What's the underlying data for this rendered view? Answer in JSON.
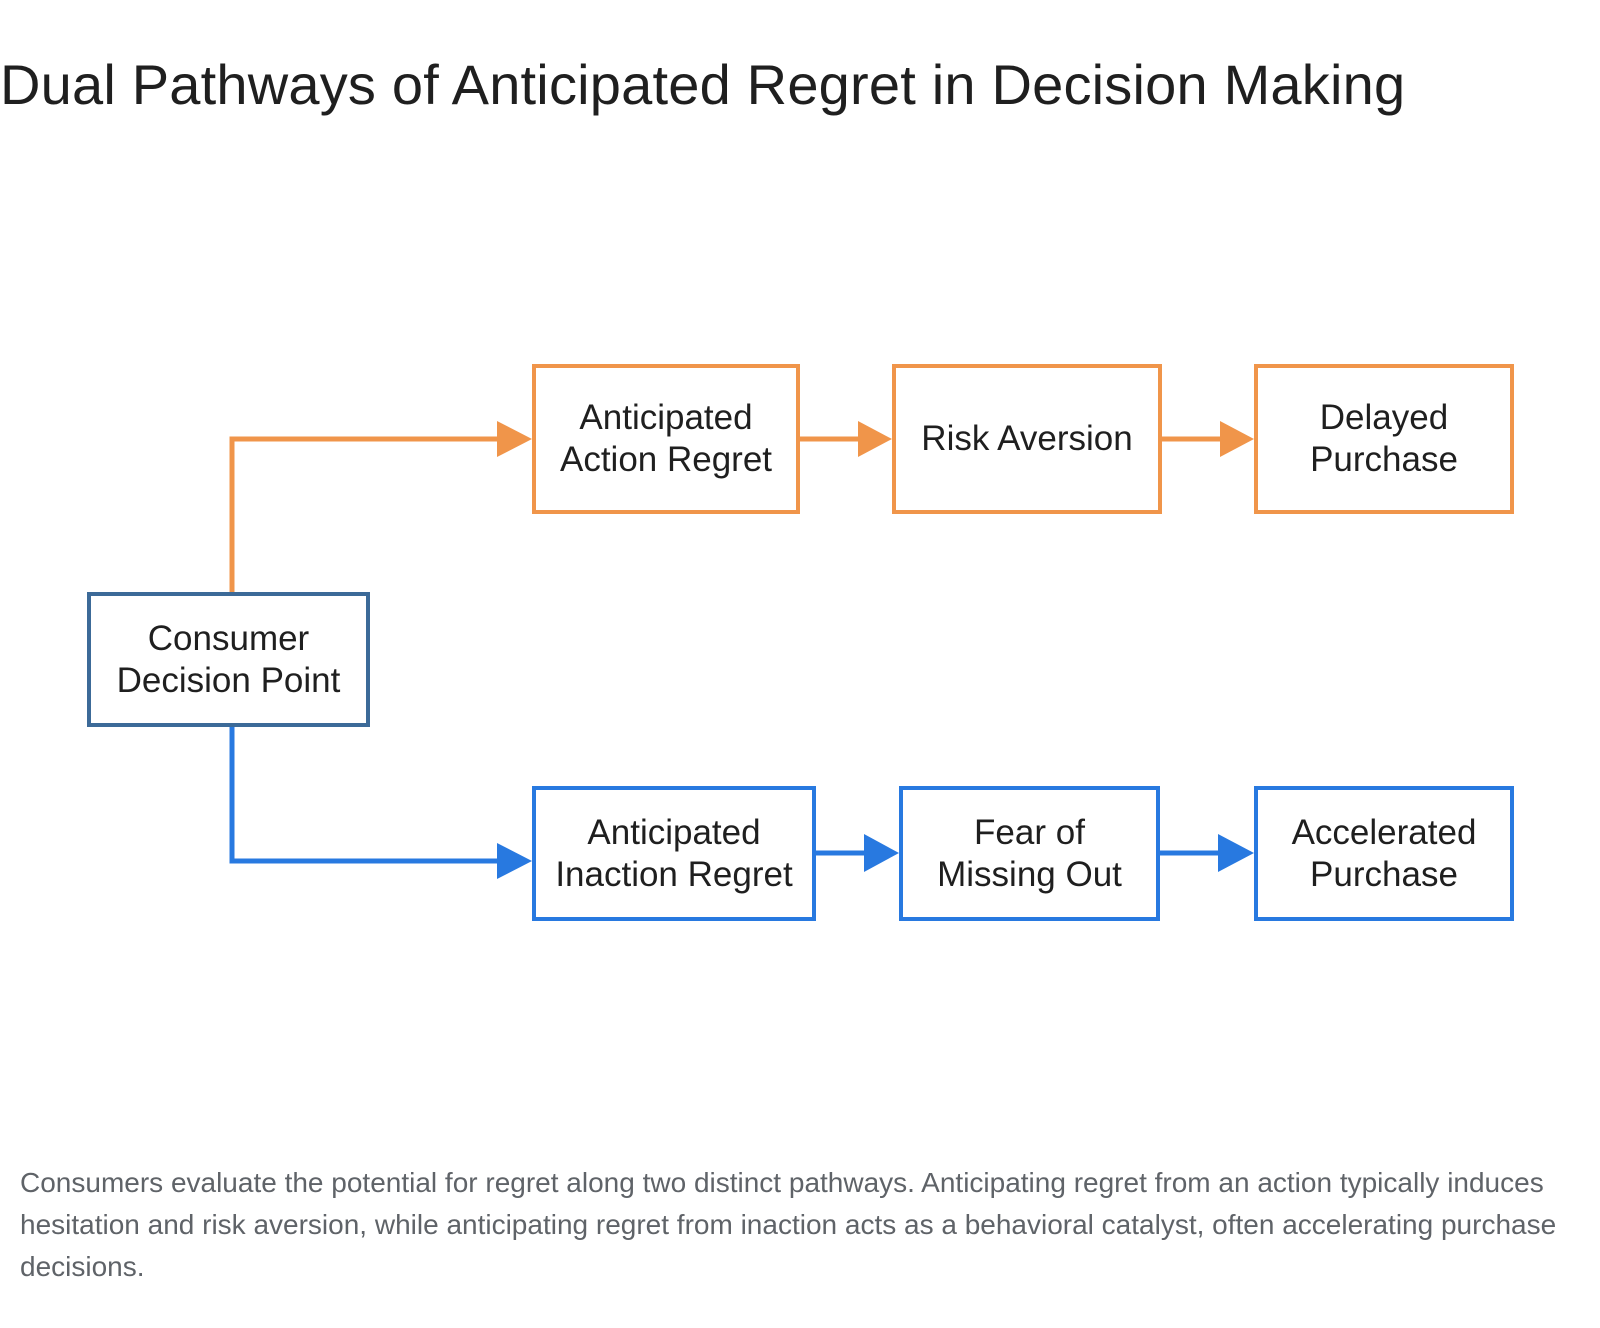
{
  "title": "Dual Pathways of Anticipated Regret in Decision Making",
  "colors": {
    "action_path": "#f0954a",
    "inaction_path": "#2879e0",
    "start_node": "#3c6a98"
  },
  "nodes": {
    "start": "Consumer\nDecision Point",
    "action_regret": "Anticipated\nAction Regret",
    "risk_aversion": "Risk Aversion",
    "delayed_purchase": "Delayed\nPurchase",
    "inaction_regret": "Anticipated\nInaction Regret",
    "fomo": "Fear of\nMissing Out",
    "accelerated_purchase": "Accelerated\nPurchase"
  },
  "edges": [
    {
      "from": "start",
      "to": "action_regret",
      "color": "#f0954a"
    },
    {
      "from": "action_regret",
      "to": "risk_aversion",
      "color": "#f0954a"
    },
    {
      "from": "risk_aversion",
      "to": "delayed_purchase",
      "color": "#f0954a"
    },
    {
      "from": "start",
      "to": "inaction_regret",
      "color": "#2879e0"
    },
    {
      "from": "inaction_regret",
      "to": "fomo",
      "color": "#2879e0"
    },
    {
      "from": "fomo",
      "to": "accelerated_purchase",
      "color": "#2879e0"
    }
  ],
  "caption": "Consumers evaluate the potential for regret along two distinct pathways. Anticipating regret from an action typically induces hesitation and risk aversion, while anticipating regret from inaction acts as a behavioral catalyst, often accelerating purchase decisions."
}
